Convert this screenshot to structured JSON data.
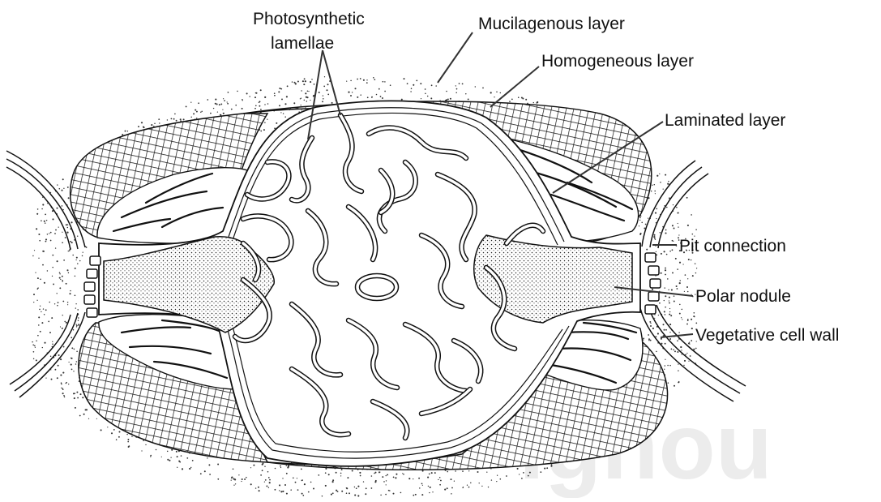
{
  "diagram": {
    "labels": {
      "photosynthetic_l1": "Photosynthetic",
      "photosynthetic_l2": "lamellae",
      "mucilagenous": "Mucilagenous layer",
      "homogeneous": "Homogeneous layer",
      "laminated": "Laminated layer",
      "pit_connection": "Pit connection",
      "polar_nodule": "Polar nodule",
      "vegetative_wall": "Vegetative cell wall"
    },
    "colors": {
      "ink": "#111111",
      "background": "#ffffff",
      "watermark": "#d8d8d8"
    }
  }
}
